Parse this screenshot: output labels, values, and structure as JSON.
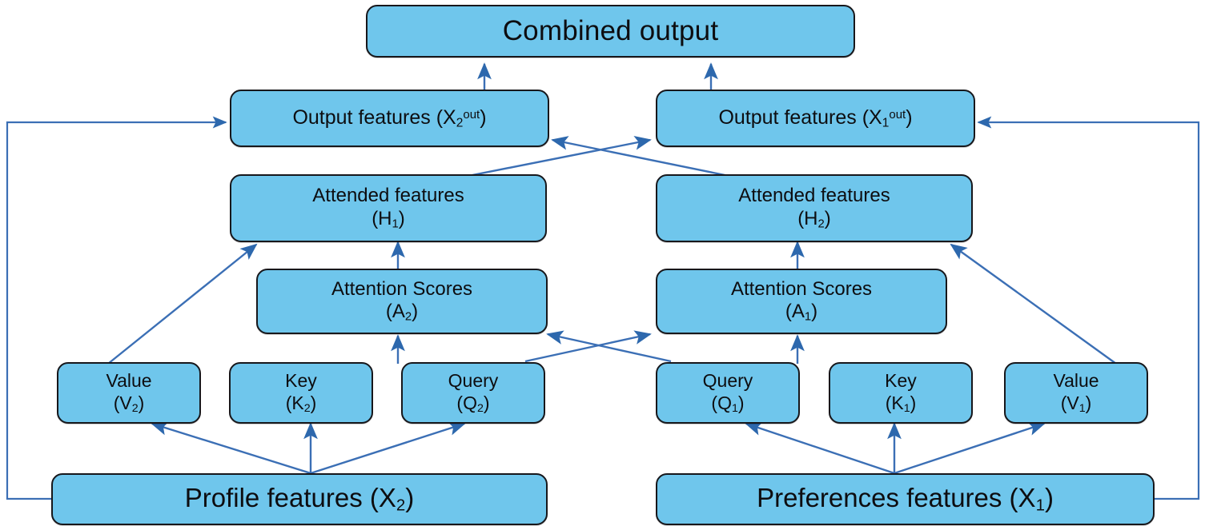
{
  "diagram": {
    "title": "Dual-stream cross-attention block",
    "colors": {
      "node_fill": "#6FC6EC",
      "node_border": "#17171b",
      "edge_stroke": "#3b6fb5",
      "arrow_fill": "#2d68ad",
      "background": "#ffffff"
    },
    "nodes": {
      "combined_output": {
        "label": "Combined output"
      },
      "output_features_x2": {
        "label": "Output features (X",
        "sub": "2",
        "sup": "out",
        "suffix": ")"
      },
      "output_features_x1": {
        "label": "Output features (X",
        "sub": "1",
        "sup": "out",
        "suffix": ")"
      },
      "attended_h1": {
        "line1": "Attended  features",
        "line2": "(H",
        "sub": "1",
        "suffix": ")"
      },
      "attended_h2": {
        "line1": "Attended  features",
        "line2": "(H",
        "sub": "2",
        "suffix": ")"
      },
      "scores_a2": {
        "line1": "Attention  Scores",
        "line2": "(A",
        "sub": "2",
        "suffix": ")"
      },
      "scores_a1": {
        "line1": "Attention  Scores",
        "line2": "(A",
        "sub": "1",
        "suffix": ")"
      },
      "value_v2": {
        "line1": "Value",
        "line2": "(V",
        "sub": "2",
        "suffix": ")"
      },
      "key_k2": {
        "line1": "Key",
        "line2": "(K",
        "sub": "2",
        "suffix": ")"
      },
      "query_q2": {
        "line1": "Query",
        "line2": "(Q",
        "sub": "2",
        "suffix": ")"
      },
      "query_q1": {
        "line1": "Query",
        "line2": "(Q",
        "sub": "1",
        "suffix": ")"
      },
      "key_k1": {
        "line1": "Key",
        "line2": "(K",
        "sub": "1",
        "suffix": ")"
      },
      "value_v1": {
        "line1": "Value",
        "line2": "(V",
        "sub": "1",
        "suffix": ")"
      },
      "profile_features_x2": {
        "label": "Profile features (X",
        "sub": "2",
        "suffix": ")"
      },
      "preferences_features_x1": {
        "label": "Preferences features (X",
        "sub": "1",
        "suffix": ")"
      }
    },
    "edges": [
      {
        "name": "x2out-to-combined",
        "from": "output_features_x2",
        "to": "combined_output"
      },
      {
        "name": "x1out-to-combined",
        "from": "output_features_x1",
        "to": "combined_output"
      },
      {
        "name": "h1-to-x1out",
        "from": "attended_h1",
        "to": "output_features_x1"
      },
      {
        "name": "h2-to-x2out",
        "from": "attended_h2",
        "to": "output_features_x2"
      },
      {
        "name": "a2-to-h1",
        "from": "scores_a2",
        "to": "attended_h1"
      },
      {
        "name": "a1-to-h2",
        "from": "scores_a1",
        "to": "attended_h2"
      },
      {
        "name": "v2-to-h1",
        "from": "value_v2",
        "to": "attended_h1"
      },
      {
        "name": "v1-to-h2",
        "from": "value_v1",
        "to": "attended_h2"
      },
      {
        "name": "k2-to-a2",
        "from": "key_k2",
        "to": "scores_a2"
      },
      {
        "name": "k1-to-a1",
        "from": "key_k1",
        "to": "scores_a1"
      },
      {
        "name": "q2-to-a1",
        "from": "query_q2",
        "to": "scores_a1"
      },
      {
        "name": "q1-to-a2",
        "from": "query_q1",
        "to": "scores_a2"
      },
      {
        "name": "x2-to-v2",
        "from": "profile_features_x2",
        "to": "value_v2"
      },
      {
        "name": "x2-to-k2",
        "from": "profile_features_x2",
        "to": "key_k2"
      },
      {
        "name": "x2-to-q2",
        "from": "profile_features_x2",
        "to": "query_q2"
      },
      {
        "name": "x1-to-q1",
        "from": "preferences_features_x1",
        "to": "query_q1"
      },
      {
        "name": "x1-to-k1",
        "from": "preferences_features_x1",
        "to": "key_k1"
      },
      {
        "name": "x1-to-v1",
        "from": "preferences_features_x1",
        "to": "value_v1"
      },
      {
        "name": "x2-residual-to-x2out",
        "from": "profile_features_x2",
        "to": "output_features_x2"
      },
      {
        "name": "x1-residual-to-x1out",
        "from": "preferences_features_x1",
        "to": "output_features_x1"
      }
    ]
  }
}
